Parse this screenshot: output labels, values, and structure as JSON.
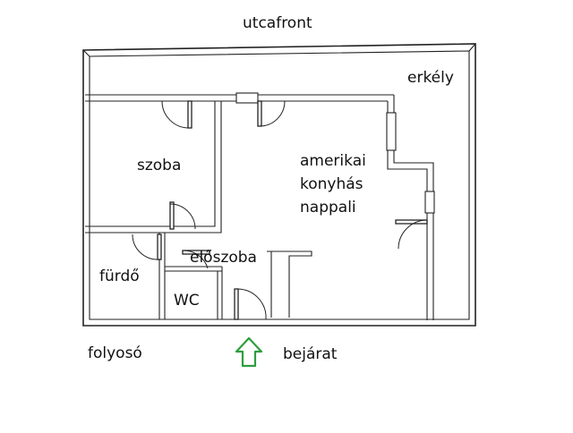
{
  "plan": {
    "street_label": "utcafront",
    "balcony_label": "erkély",
    "room_label": "szoba",
    "living_label_line1": "amerikai",
    "living_label_line2": "konyhás",
    "living_label_line3": "nappali",
    "hall_label": "előszoba",
    "bathroom_label": "fürdő",
    "wc_label": "WC",
    "corridor_label": "folyosó",
    "entrance_label": "bejárat"
  },
  "colors": {
    "wall": "#222222",
    "background": "#ffffff",
    "entrance_arrow": "#2e9e3e"
  },
  "icons": {
    "entrance_arrow": "up-arrow-icon"
  }
}
